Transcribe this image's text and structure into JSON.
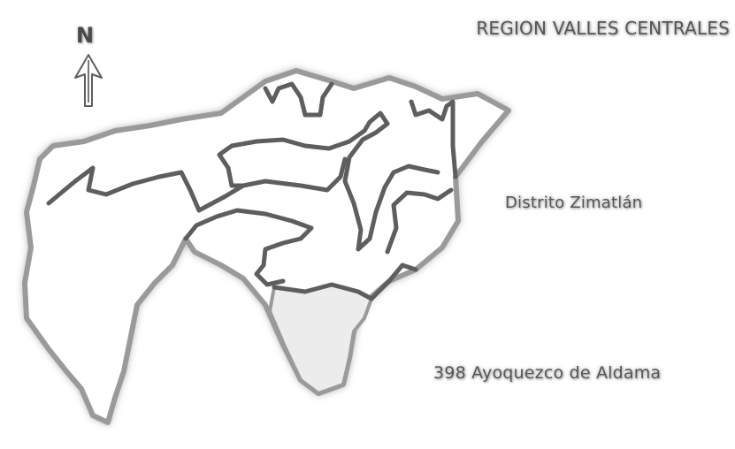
{
  "map": {
    "region_title": "REGION VALLES CENTRALES",
    "district_label": "Distrito Zimatlán",
    "municipality_label": "398 Ayoquezco de Aldama",
    "north_label": "N",
    "colors": {
      "outline": "#9a9a9a",
      "boundary": "#5e5e5e",
      "fill": "#ffffff",
      "highlight": "#ececec",
      "text": "#555555"
    },
    "icons": [
      "north-arrow-icon"
    ]
  }
}
